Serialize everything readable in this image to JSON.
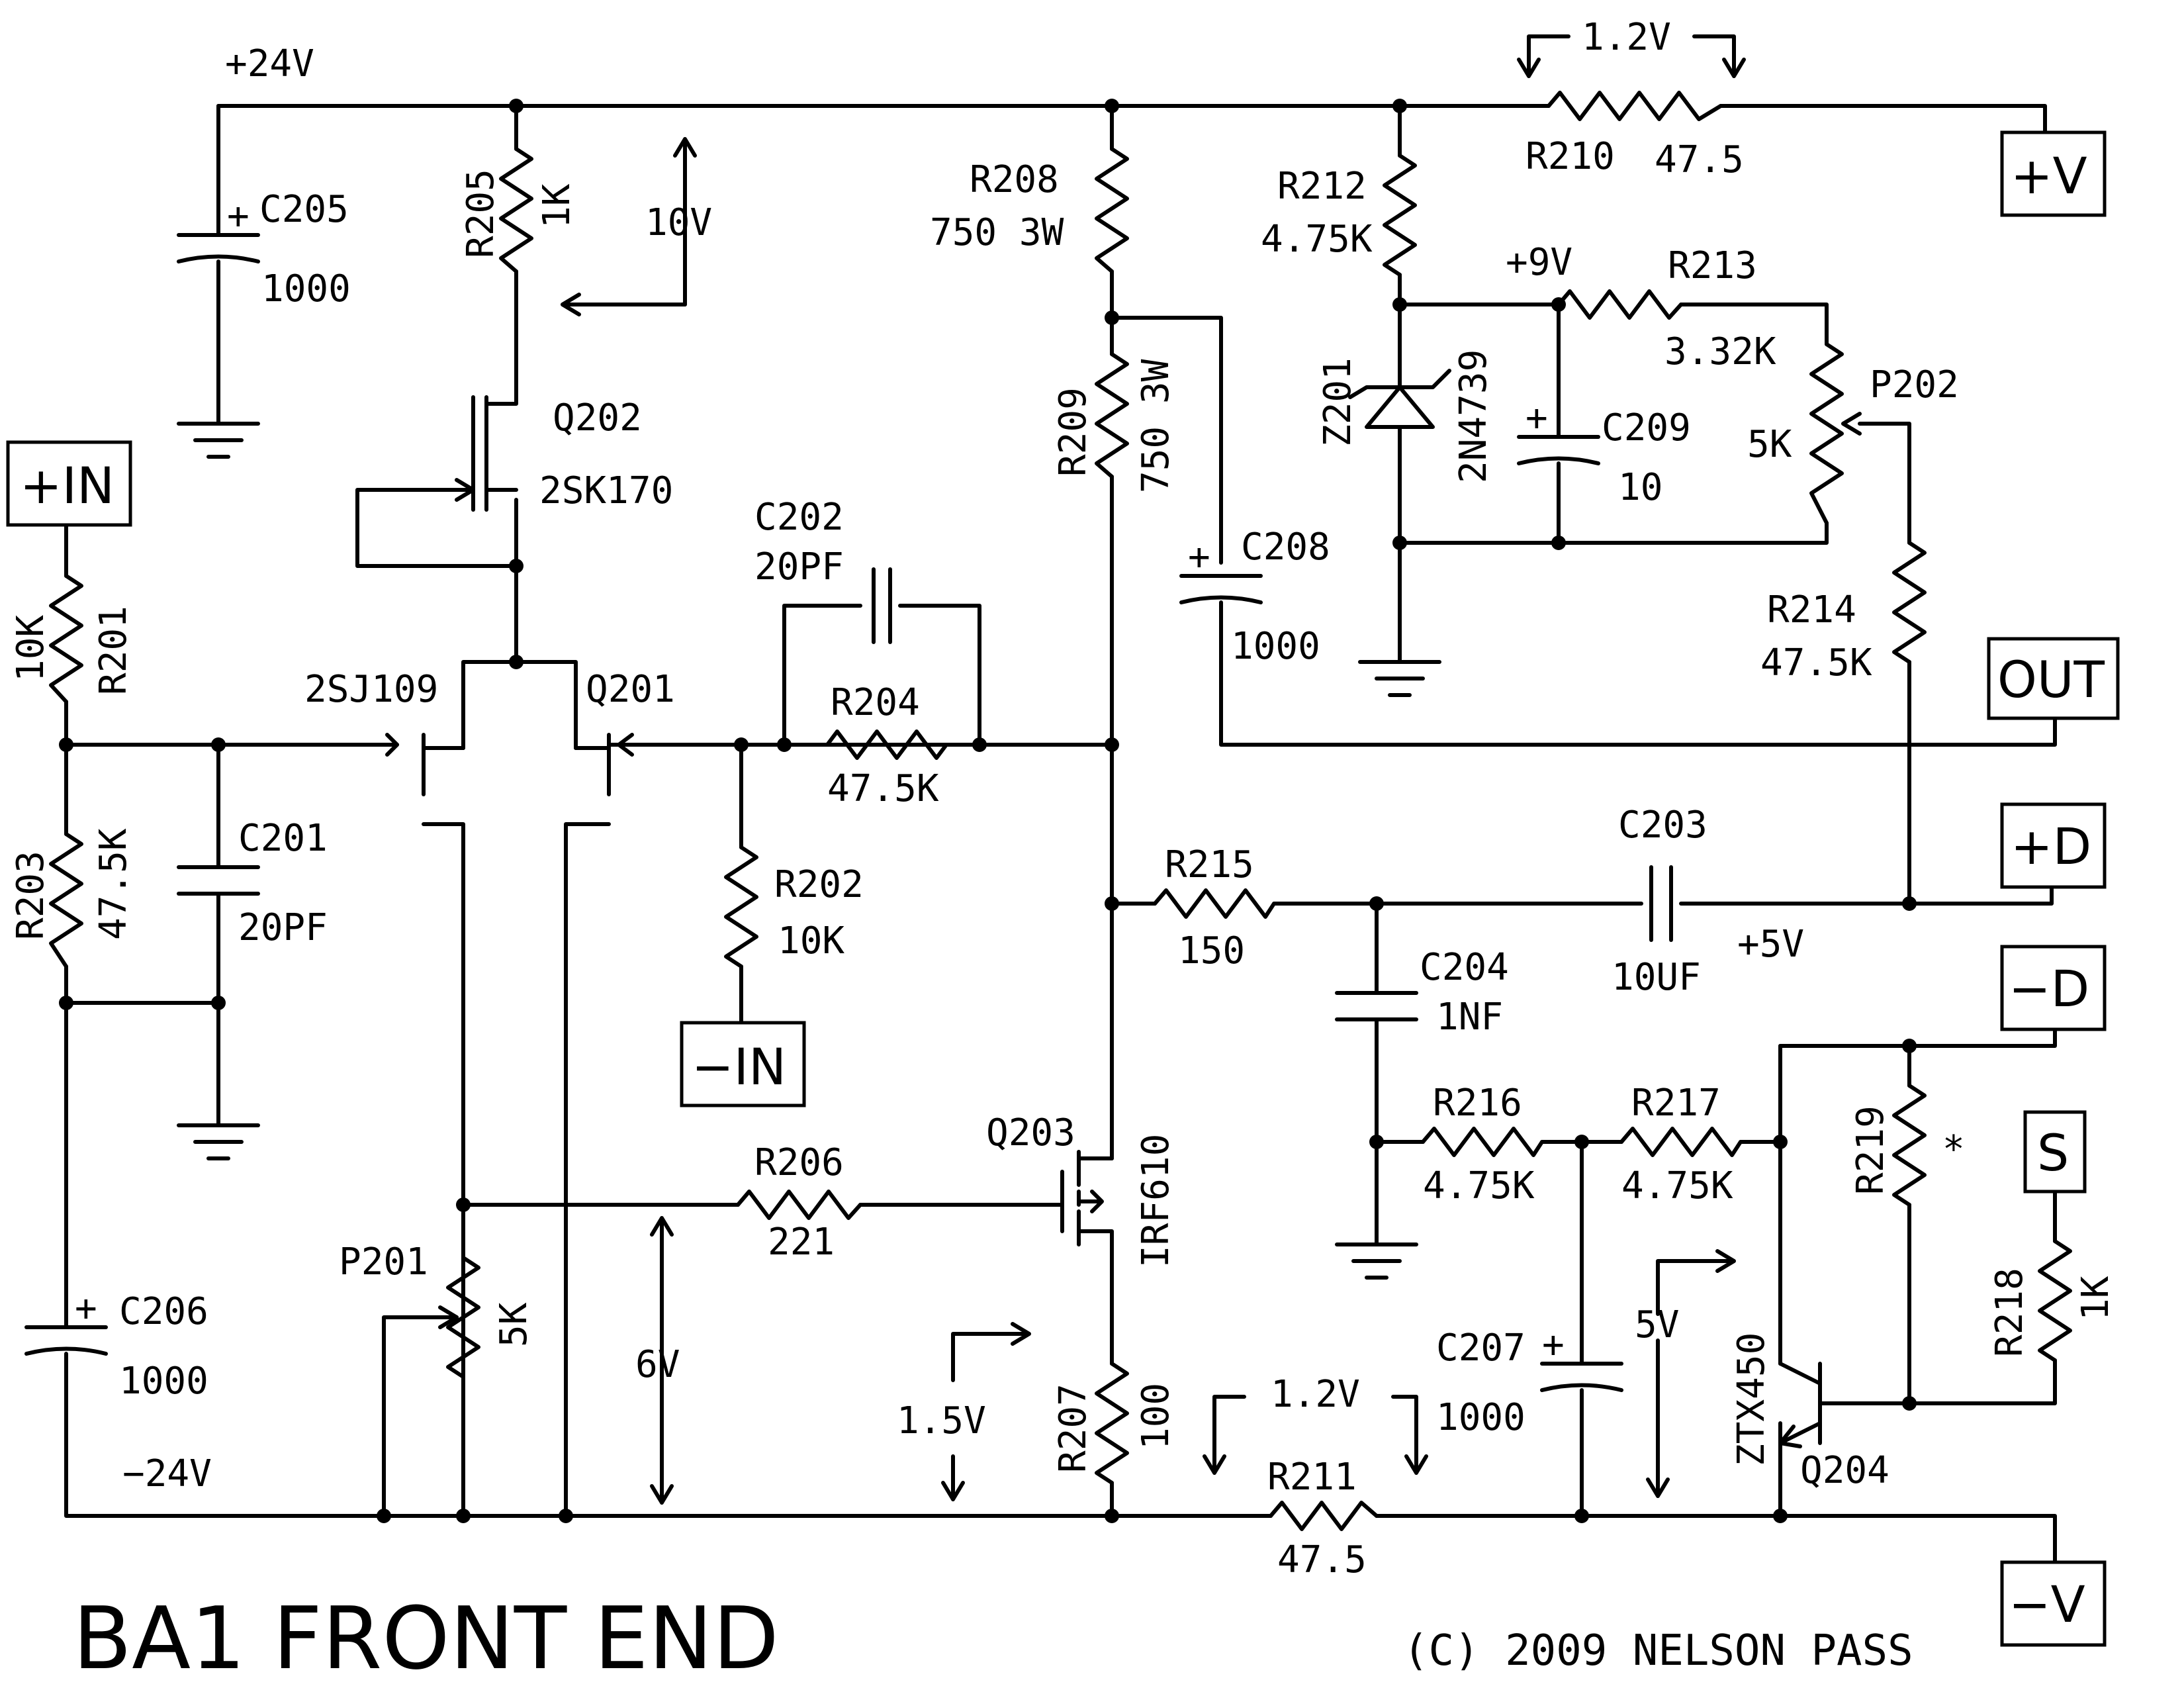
{
  "title": "BA1 FRONT END",
  "copyright": "(C) 2009 NELSON PASS",
  "rails": {
    "pos": "+24V",
    "neg": "−24V",
    "nine": "+9V",
    "five": "+5V"
  },
  "voltages": {
    "v10": "10V",
    "v12_top": "1.2V",
    "v6": "6V",
    "v15": "1.5V",
    "v12_bot": "1.2V",
    "v5": "5V"
  },
  "terminals": {
    "in_pos": "+IN",
    "in_neg": "−IN",
    "v_pos": "+V",
    "out": "OUT",
    "d_pos": "+D",
    "d_neg": "−D",
    "s": "S",
    "v_neg": "−V"
  },
  "components": {
    "C205": {
      "ref": "C205",
      "value": "1000"
    },
    "R205": {
      "ref": "R205",
      "value": "1K"
    },
    "R208": {
      "ref": "R208",
      "value": "750 3W"
    },
    "R212": {
      "ref": "R212",
      "value": "4.75K"
    },
    "R210": {
      "ref": "R210",
      "value": "47.5"
    },
    "R213": {
      "ref": "R213",
      "value": "3.32K"
    },
    "P202": {
      "ref": "P202",
      "value": "5K"
    },
    "Q202": {
      "ref": "Q202",
      "value": "2SK170"
    },
    "R209": {
      "ref": "R209",
      "value": "750 3W"
    },
    "Z201": {
      "ref": "Z201",
      "value": "2N4739"
    },
    "C209": {
      "ref": "C209",
      "value": "10"
    },
    "C208": {
      "ref": "C208",
      "value": "1000"
    },
    "R214": {
      "ref": "R214",
      "value": "47.5K"
    },
    "R201": {
      "ref": "R201",
      "value": "10K"
    },
    "C202": {
      "ref": "C202",
      "value": "20PF"
    },
    "R204": {
      "ref": "R204",
      "value": "47.5K"
    },
    "Q201": {
      "ref": "Q201",
      "value": "2SJ109"
    },
    "R203": {
      "ref": "R203",
      "value": "47.5K"
    },
    "C201": {
      "ref": "C201",
      "value": "20PF"
    },
    "R202": {
      "ref": "R202",
      "value": "10K"
    },
    "R215": {
      "ref": "R215",
      "value": "150"
    },
    "C203": {
      "ref": "C203",
      "value": "10UF"
    },
    "C204": {
      "ref": "C204",
      "value": "1NF"
    },
    "R216": {
      "ref": "R216",
      "value": "4.75K"
    },
    "R217": {
      "ref": "R217",
      "value": "4.75K"
    },
    "R219": {
      "ref": "R219",
      "value": "*"
    },
    "Q203": {
      "ref": "Q203",
      "value": "IRF610"
    },
    "R206": {
      "ref": "R206",
      "value": "221"
    },
    "P201": {
      "ref": "P201",
      "value": "5K"
    },
    "C206": {
      "ref": "C206",
      "value": "1000"
    },
    "R207": {
      "ref": "R207",
      "value": "100"
    },
    "R211": {
      "ref": "R211",
      "value": "47.5"
    },
    "C207": {
      "ref": "C207",
      "value": "1000"
    },
    "R218": {
      "ref": "R218",
      "value": "1K"
    },
    "Q204": {
      "ref": "Q204",
      "value": "ZTX450"
    }
  },
  "plus_sign": "+"
}
